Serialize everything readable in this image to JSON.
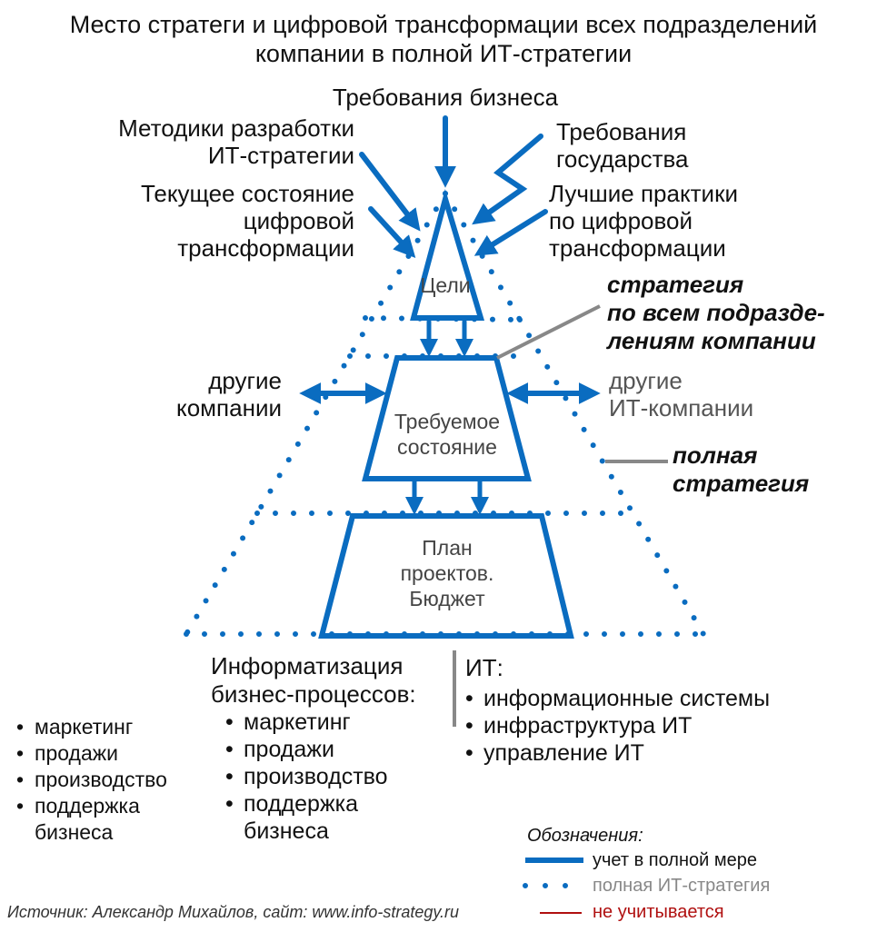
{
  "title": {
    "line1": "Место стратеги и цифровой трансформации всех подразделений",
    "line2": "компании в полной ИТ-стратегии"
  },
  "inputs": {
    "business_req": "Требования бизнеса",
    "methods_line1": "Методики разработки",
    "methods_line2": "ИТ-стратегии",
    "gov_line1": "Требования",
    "gov_line2": "государства",
    "current_line1": "Текущее состояние",
    "current_line2": "цифровой",
    "current_line3": "трансформации",
    "best_line1": "Лучшие практики",
    "best_line2": "по цифровой",
    "best_line3": "трансформации"
  },
  "pyramid": {
    "goals": "Цели",
    "required_line1": "Требуемое",
    "required_line2": "состояние",
    "plan_line1": "План",
    "plan_line2": "проектов.",
    "plan_line3": "Бюджет"
  },
  "callouts": {
    "dept_line1": "стратегия",
    "dept_line2": "по всем подразде-",
    "dept_line3": "лениям компании",
    "full_line1": "полная",
    "full_line2": "стратегия"
  },
  "sides": {
    "other_companies_line1": "другие",
    "other_companies_line2": "компании",
    "other_it_line1": "другие",
    "other_it_line2": "ИТ-компании"
  },
  "bottom": {
    "left_list": [
      "маркетинг",
      "продажи",
      "производство",
      "поддержка"
    ],
    "left_list_tail": "бизнеса",
    "inf_line1": "Информатизация",
    "inf_line2": "бизнес-процессов:",
    "mid_list": [
      "маркетинг",
      "продажи",
      "производство",
      "поддержка"
    ],
    "mid_list_tail": "бизнеса",
    "it_header": "ИТ:",
    "it_list": [
      "информационные системы",
      "инфраструктура ИТ",
      "управление ИТ"
    ]
  },
  "legend": {
    "title": "Обозначения:",
    "solid": "учет в полной мере",
    "dotted": "полная ИТ-стратегия",
    "red": "не учитывается"
  },
  "source": "Источник: Александр Михайлов, сайт: www.info-strategy.ru",
  "colors": {
    "blue": "#0a6cc0",
    "grey_line": "#888888",
    "red": "#b01010"
  }
}
